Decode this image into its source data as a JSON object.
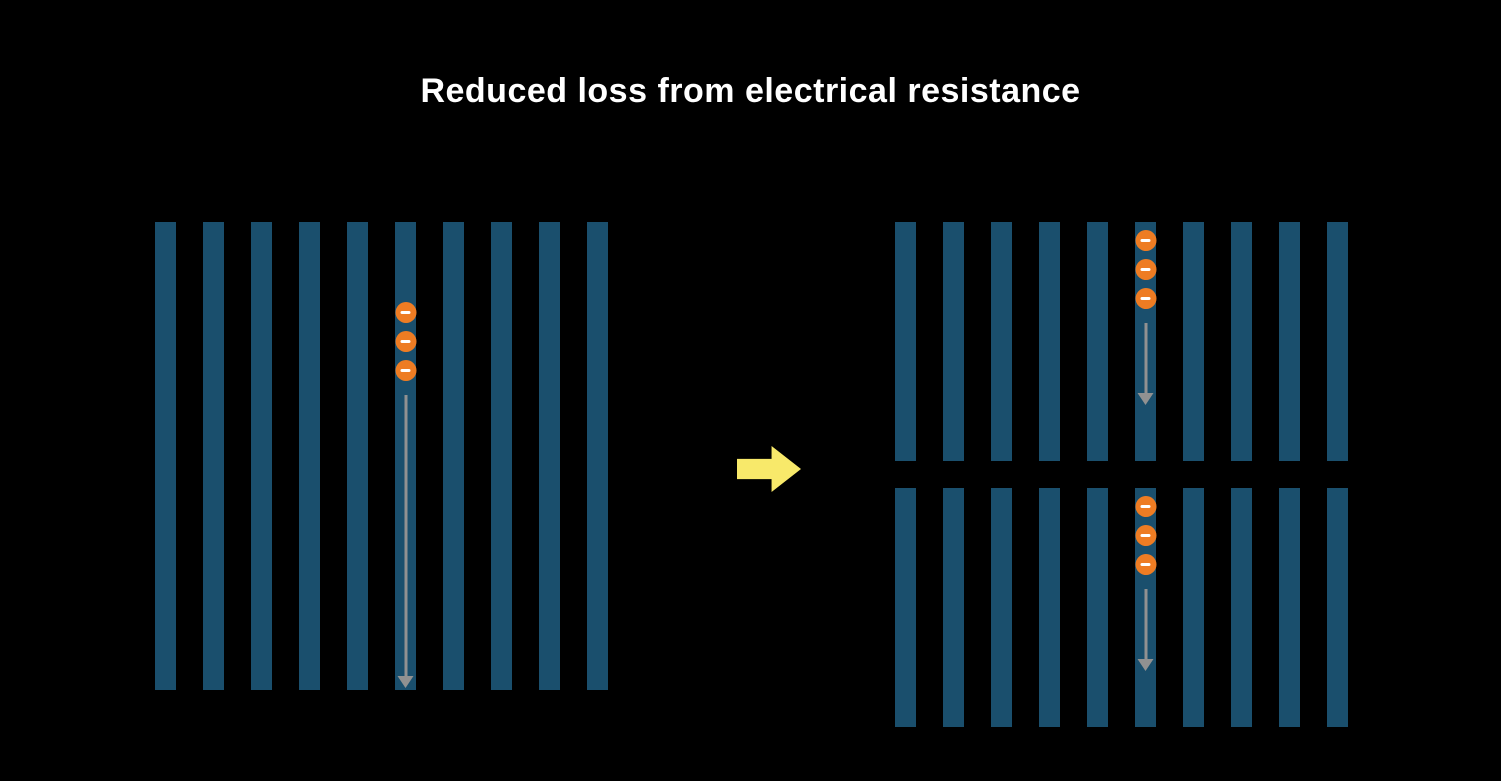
{
  "title": "Reduced loss from electrical resistance",
  "colors": {
    "background": "#000000",
    "title": "#ffffff",
    "bar": "#1a4f6d",
    "electron_fill": "#ee7c23",
    "electron_symbol": "#ffffff",
    "path_arrow": "#919191",
    "transition_arrow": "#f8e96a"
  },
  "icons": {
    "electron": "minus-circle-icon",
    "current_path": "down-arrow-icon",
    "transition": "right-arrow-icon"
  },
  "panels": [
    {
      "name": "full-cell",
      "groups": [
        {
          "bar_count": 10,
          "electron_count": 3,
          "electron_bar_index": 5
        }
      ]
    },
    {
      "name": "half-cells",
      "groups": [
        {
          "bar_count": 10,
          "electron_count": 3,
          "electron_bar_index": 5
        },
        {
          "bar_count": 10,
          "electron_count": 3,
          "electron_bar_index": 5
        }
      ]
    }
  ]
}
